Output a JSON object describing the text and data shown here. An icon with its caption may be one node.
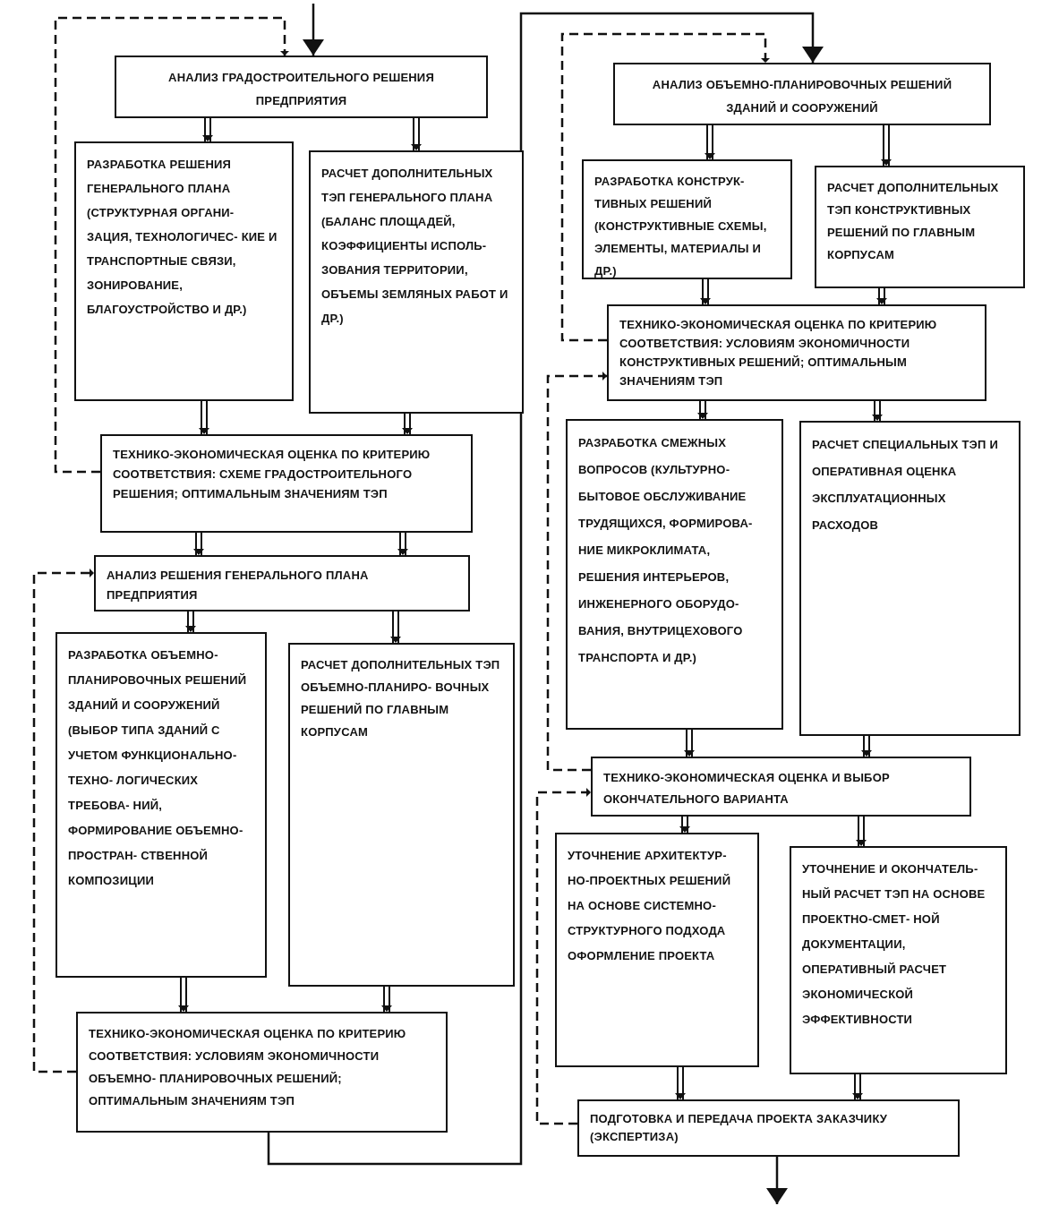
{
  "diagram": {
    "nodes": [
      {
        "text": [
          "АНАЛИЗ ГРАДОСТРОИТЕЛЬНОГО РЕШЕНИЯ ПРЕДПРИЯТИЯ"
        ]
      },
      {
        "text": [
          "РАЗРАБОТКА РЕШЕНИЯ ГЕНЕРАЛЬНОГО ПЛАНА (СТРУКТУРНАЯ ОРГАНИ- ЗАЦИЯ, ТЕХНОЛОГИЧЕС- КИЕ И ТРАНСПОРТНЫЕ СВЯЗИ, ЗОНИРОВАНИЕ, БЛАГОУСТРОЙСТВО И ДР.)"
        ]
      },
      {
        "text": [
          "РАСЧЕТ ДОПОЛНИТЕЛЬНЫХ ТЭП ГЕНЕРАЛЬНОГО ПЛАНА (БАЛАНС ПЛОЩАДЕЙ, КОЭФФИЦИЕНТЫ ИСПОЛЬ- ЗОВАНИЯ ТЕРРИТОРИИ, ОБЪЕМЫ ЗЕМЛЯНЫХ РАБОТ И ДР.)"
        ]
      },
      {
        "text": [
          "ТЕХНИКО-ЭКОНОМИЧЕСКАЯ ОЦЕНКА ПО КРИТЕРИЮ СООТВЕТСТВИЯ: СХЕМЕ ГРАДОСТРОИТЕЛЬНОГО РЕШЕНИЯ; ОПТИМАЛЬНЫМ ЗНАЧЕНИЯМ ТЭП"
        ]
      },
      {
        "text": [
          "АНАЛИЗ РЕШЕНИЯ ГЕНЕРАЛЬНОГО ПЛАНА ПРЕДПРИЯТИЯ"
        ]
      },
      {
        "text": [
          "РАЗРАБОТКА ОБЪЕМНО- ПЛАНИРОВОЧНЫХ РЕШЕНИЙ ЗДАНИЙ И СООРУЖЕНИЙ (ВЫБОР ТИПА ЗДАНИЙ С УЧЕТОМ ФУНКЦИОНАЛЬНО-ТЕХНО- ЛОГИЧЕСКИХ ТРЕБОВА- НИЙ, ФОРМИРОВАНИЕ ОБЪЕМНО-ПРОСТРАН- СТВЕННОЙ КОМПОЗИЦИИ"
        ]
      },
      {
        "text": [
          "РАСЧЕТ ДОПОЛНИТЕЛЬНЫХ ТЭП ОБЪЕМНО-ПЛАНИРО- ВОЧНЫХ РЕШЕНИЙ ПО ГЛАВНЫМ КОРПУСАМ"
        ]
      },
      {
        "text": [
          "ТЕХНИКО-ЭКОНОМИЧЕСКАЯ ОЦЕНКА ПО КРИТЕРИЮ СООТВЕТСТВИЯ: УСЛОВИЯМ ЭКОНОМИЧНОСТИ ОБЪЕМНО- ПЛАНИРОВОЧНЫХ РЕШЕНИЙ; ОПТИМАЛЬНЫМ ЗНАЧЕНИЯМ ТЭП"
        ]
      },
      {
        "text": [
          "АНАЛИЗ ОБЪЕМНО-ПЛАНИРОВОЧНЫХ РЕШЕНИЙ ЗДАНИЙ И СООРУЖЕНИЙ"
        ]
      },
      {
        "text": [
          "РАЗРАБОТКА КОНСТРУК- ТИВНЫХ РЕШЕНИЙ (КОНСТРУКТИВНЫЕ СХЕМЫ, ЭЛЕМЕНТЫ, МАТЕРИАЛЫ И ДР.)"
        ]
      },
      {
        "text": [
          "РАСЧЕТ ДОПОЛНИТЕЛЬНЫХ ТЭП КОНСТРУКТИВНЫХ РЕШЕНИЙ ПО ГЛАВНЫМ КОРПУСАМ"
        ]
      },
      {
        "text": [
          "ТЕХНИКО-ЭКОНОМИЧЕСКАЯ ОЦЕНКА ПО КРИТЕРИЮ СООТВЕТСТВИЯ: УСЛОВИЯМ ЭКОНОМИЧНОСТИ КОНСТРУКТИВНЫХ РЕШЕНИЙ; ОПТИМАЛЬНЫМ ЗНАЧЕНИЯМ ТЭП"
        ]
      },
      {
        "text": [
          "РАЗРАБОТКА СМЕЖНЫХ ВОПРОСОВ (КУЛЬТУРНО- БЫТОВОЕ ОБСЛУЖИВАНИЕ ТРУДЯЩИХСЯ, ФОРМИРОВА- НИЕ МИКРОКЛИМАТА, РЕШЕНИЯ ИНТЕРЬЕРОВ, ИНЖЕНЕРНОГО ОБОРУДО- ВАНИЯ, ВНУТРИЦЕХОВОГО ТРАНСПОРТА И ДР.)"
        ]
      },
      {
        "text": [
          "РАСЧЕТ СПЕЦИАЛЬНЫХ ТЭП И ОПЕРАТИВНАЯ ОЦЕНКА ЭКСПЛУАТАЦИОННЫХ РАСХОДОВ"
        ]
      },
      {
        "text": [
          "ТЕХНИКО-ЭКОНОМИЧЕСКАЯ ОЦЕНКА И ВЫБОР ОКОНЧАТЕЛЬНОГО ВАРИАНТА"
        ]
      },
      {
        "text": [
          "УТОЧНЕНИЕ АРХИТЕКТУР- НО-ПРОЕКТНЫХ РЕШЕНИЙ НА ОСНОВЕ СИСТЕМНО- СТРУКТУРНОГО ПОДХОДА ОФОРМЛЕНИЕ ПРОЕКТА"
        ]
      },
      {
        "text": [
          "УТОЧНЕНИЕ И ОКОНЧАТЕЛЬ- НЫЙ РАСЧЕТ ТЭП НА ОСНОВЕ ПРОЕКТНО-СМЕТ- НОЙ ДОКУМЕНТАЦИИ, ОПЕРАТИВНЫЙ РАСЧЕТ ЭКОНОМИЧЕСКОЙ ЭФФЕКТИВНОСТИ"
        ]
      },
      {
        "text": [
          "ПОДГОТОВКА И ПЕРЕДАЧА ПРОЕКТА ЗАКАЗЧИКУ (ЭКСПЕРТИЗА)"
        ]
      }
    ],
    "edges": [
      {
        "from": null,
        "to": 0,
        "arrow": "to"
      },
      {
        "from": 0,
        "to": 1,
        "arrow": "to"
      },
      {
        "from": 0,
        "to": 2,
        "arrow": "to"
      },
      {
        "from": 1,
        "to": 3,
        "arrow": "to"
      },
      {
        "from": 2,
        "to": 3,
        "arrow": "to"
      },
      {
        "from": 3,
        "to": 4,
        "arrow": "to"
      },
      {
        "from": 3,
        "to": 4,
        "arrow": "to"
      },
      {
        "from": 4,
        "to": 5,
        "arrow": "to"
      },
      {
        "from": 4,
        "to": 6,
        "arrow": "to"
      },
      {
        "from": 5,
        "to": 7,
        "arrow": "to"
      },
      {
        "from": 6,
        "to": 7,
        "arrow": "to"
      },
      {
        "from": 7,
        "to": 8,
        "arrow": "to"
      },
      {
        "from": 8,
        "to": 9,
        "arrow": "to"
      },
      {
        "from": 8,
        "to": 10,
        "arrow": "to"
      },
      {
        "from": 9,
        "to": 11,
        "arrow": "to"
      },
      {
        "from": 10,
        "to": 11,
        "arrow": "to"
      },
      {
        "from": 11,
        "to": 12,
        "arrow": "to"
      },
      {
        "from": 11,
        "to": 13,
        "arrow": "to"
      },
      {
        "from": 12,
        "to": 14,
        "arrow": "to"
      },
      {
        "from": 13,
        "to": 14,
        "arrow": "to"
      },
      {
        "from": 14,
        "to": 15,
        "arrow": "to"
      },
      {
        "from": 14,
        "to": 16,
        "arrow": "to"
      },
      {
        "from": 15,
        "to": 17,
        "arrow": "to"
      },
      {
        "from": 16,
        "to": 17,
        "arrow": "to"
      },
      {
        "from": 17,
        "to": null,
        "arrow": "to"
      },
      {
        "from": 3,
        "to": 0,
        "arrow": "to",
        "style": "dashed"
      },
      {
        "from": 7,
        "to": 4,
        "arrow": "to",
        "style": "dashed"
      },
      {
        "from": 11,
        "to": 8,
        "arrow": "to",
        "style": "dashed"
      },
      {
        "from": 14,
        "to": 11,
        "arrow": "to",
        "style": "dashed"
      },
      {
        "from": 17,
        "to": 14,
        "arrow": "to",
        "style": "dashed"
      }
    ]
  }
}
